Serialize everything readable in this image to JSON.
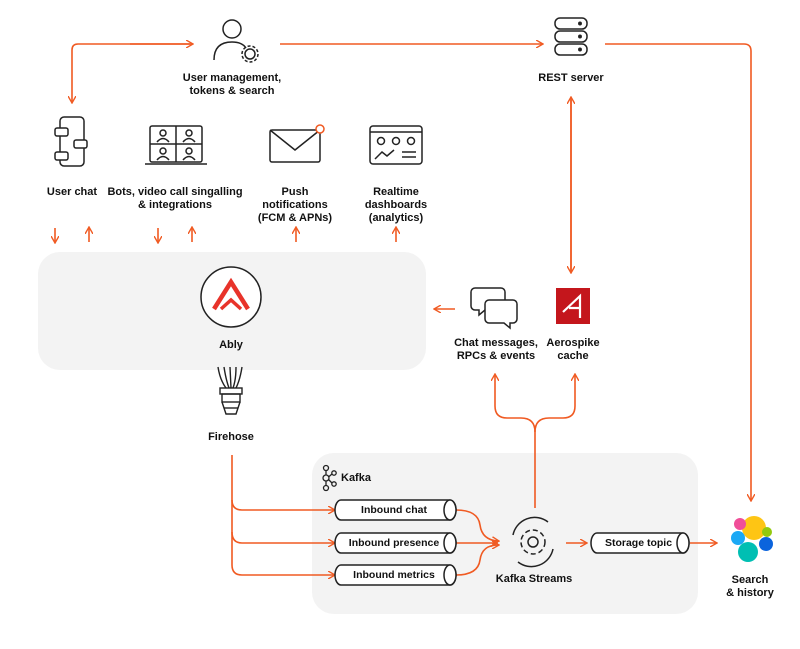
{
  "nodes": {
    "user_mgmt": "User management,\ntokens & search",
    "rest_server": "REST server",
    "user_chat": "User chat",
    "bots": "Bots, video call singalling\n& integrations",
    "push": "Push\nnotifications\n(FCM & APNs)",
    "realtime": "Realtime\ndashboards\n(analytics)",
    "ably": "Ably",
    "chat_messages": "Chat messages,\nRPCs & events",
    "aerospike": "Aerospike\ncache",
    "firehose": "Firehose",
    "kafka": "Kafka",
    "inbound_chat": "Inbound chat",
    "inbound_presence": "Inbound presence",
    "inbound_metrics": "Inbound metrics",
    "kafka_streams": "Kafka Streams",
    "storage_topic": "Storage topic",
    "search_history": "Search\n& history"
  },
  "colors": {
    "accent": "#f05a22",
    "line_dark": "#222222",
    "panel_bg": "#f3f3f3",
    "ably_red": "#e8332a",
    "aerospike_red": "#c4161c"
  }
}
